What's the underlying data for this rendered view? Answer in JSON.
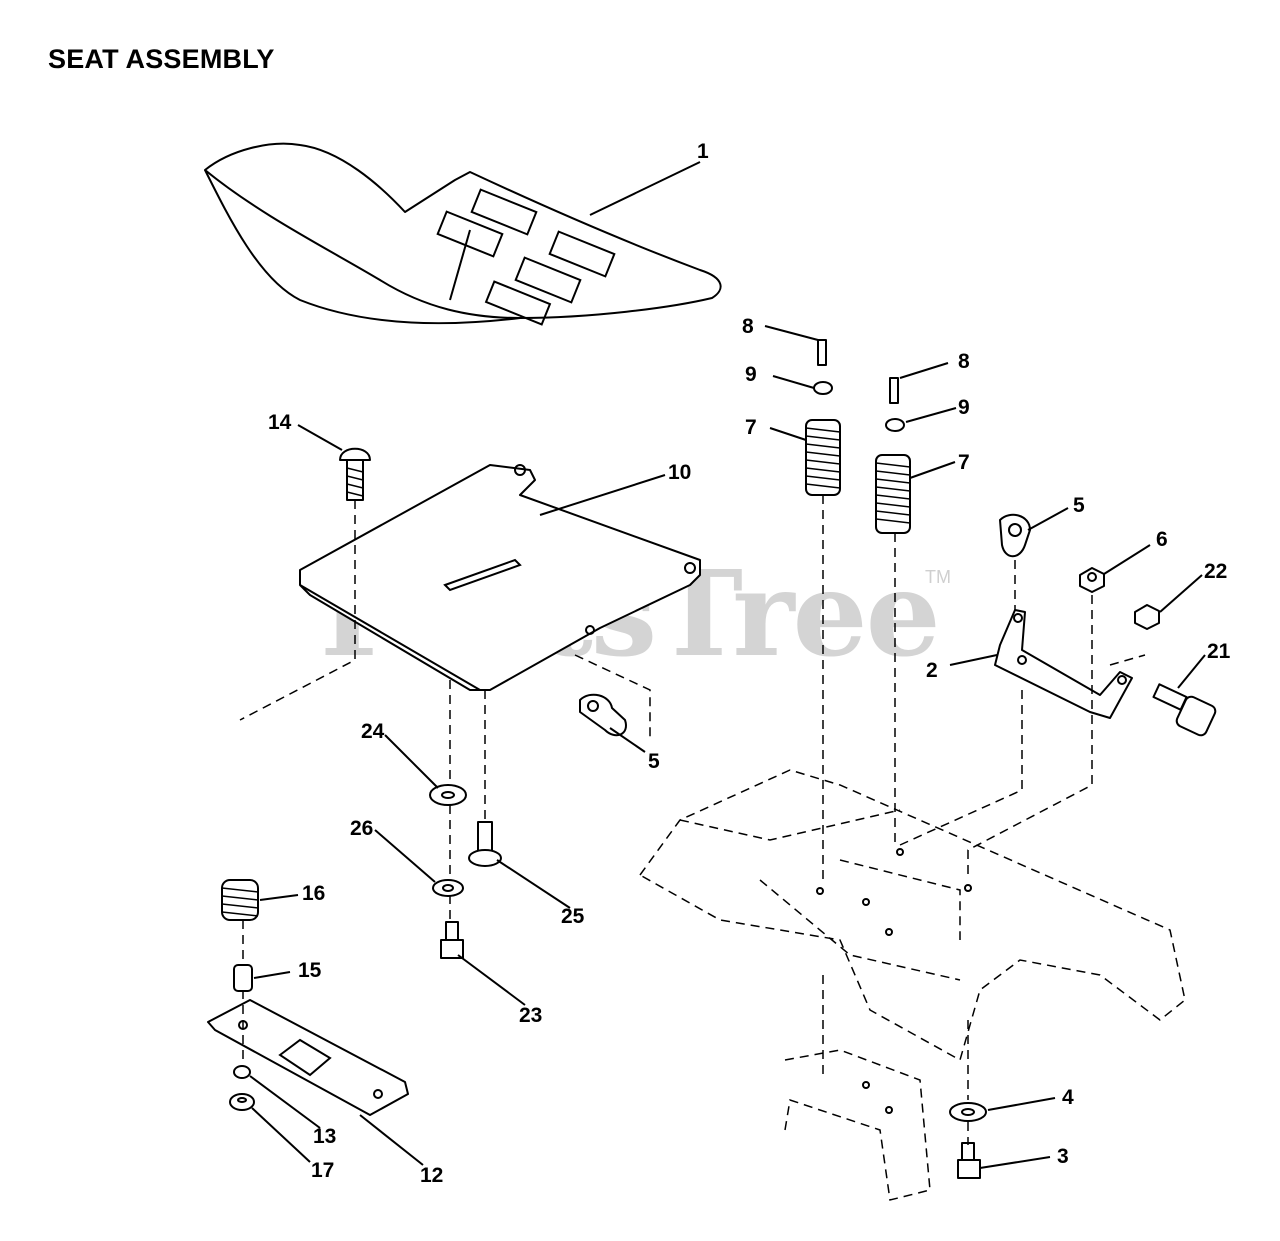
{
  "page": {
    "title": "SEAT ASSEMBLY",
    "watermark": "PartsTree",
    "watermark_tm": "TM"
  },
  "callouts": [
    {
      "id": "c1",
      "label": "1",
      "part": "seat"
    },
    {
      "id": "c2",
      "label": "2",
      "part": "bracket"
    },
    {
      "id": "c3",
      "label": "3",
      "part": "bolt"
    },
    {
      "id": "c4",
      "label": "4",
      "part": "washer"
    },
    {
      "id": "c5a",
      "label": "5",
      "part": "clip"
    },
    {
      "id": "c5b",
      "label": "5",
      "part": "clip"
    },
    {
      "id": "c6",
      "label": "6",
      "part": "nut"
    },
    {
      "id": "c7a",
      "label": "7",
      "part": "spring"
    },
    {
      "id": "c7b",
      "label": "7",
      "part": "spring"
    },
    {
      "id": "c8a",
      "label": "8",
      "part": "pin"
    },
    {
      "id": "c8b",
      "label": "8",
      "part": "pin"
    },
    {
      "id": "c9a",
      "label": "9",
      "part": "washer"
    },
    {
      "id": "c9b",
      "label": "9",
      "part": "washer"
    },
    {
      "id": "c10",
      "label": "10",
      "part": "seat-pan"
    },
    {
      "id": "c12",
      "label": "12",
      "part": "slide-plate"
    },
    {
      "id": "c13",
      "label": "13",
      "part": "bolt"
    },
    {
      "id": "c14",
      "label": "14",
      "part": "carriage-bolt"
    },
    {
      "id": "c15",
      "label": "15",
      "part": "spacer"
    },
    {
      "id": "c16",
      "label": "16",
      "part": "spring"
    },
    {
      "id": "c17",
      "label": "17",
      "part": "nut"
    },
    {
      "id": "c21",
      "label": "21",
      "part": "knob"
    },
    {
      "id": "c22",
      "label": "22",
      "part": "nut"
    },
    {
      "id": "c23",
      "label": "23",
      "part": "bolt"
    },
    {
      "id": "c24",
      "label": "24",
      "part": "washer"
    },
    {
      "id": "c25",
      "label": "25",
      "part": "bolt"
    },
    {
      "id": "c26",
      "label": "26",
      "part": "washer"
    }
  ]
}
